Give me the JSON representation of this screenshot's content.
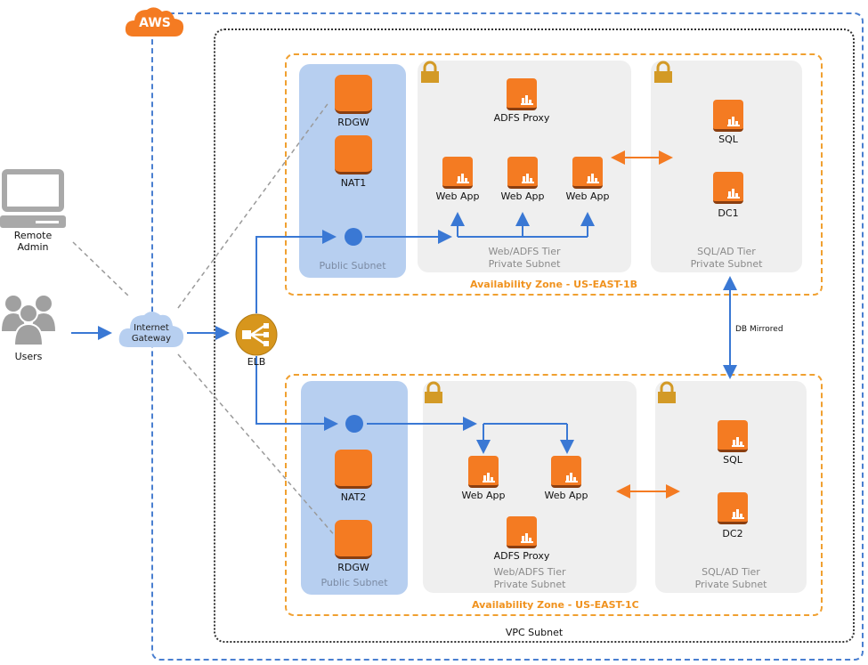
{
  "aws": {
    "label": "AWS"
  },
  "vpc": {
    "label": "VPC Subnet"
  },
  "external": {
    "remote_admin": "Remote\nAdmin",
    "remote_admin_line1": "Remote",
    "remote_admin_line2": "Admin",
    "users": "Users",
    "internet_gateway_line1": "Internet",
    "internet_gateway_line2": "Gateway",
    "elb": "ELB"
  },
  "zone_b": {
    "label": "Availability Zone - US-EAST-1B",
    "public_subnet": {
      "label": "Public Subnet",
      "instances": [
        "RDGW",
        "NAT1"
      ]
    },
    "web_tier": {
      "label_line1": "Web/ADFS Tier",
      "label_line2": "Private Subnet",
      "instances": [
        "ADFS Proxy",
        "Web App",
        "Web App",
        "Web App"
      ]
    },
    "sql_tier": {
      "label_line1": "SQL/AD Tier",
      "label_line2": "Private Subnet",
      "instances": [
        "SQL",
        "DC1"
      ]
    }
  },
  "zone_c": {
    "label": "Availability Zone - US-EAST-1C",
    "public_subnet": {
      "label": "Public Subnet",
      "instances": [
        "NAT2",
        "RDGW"
      ]
    },
    "web_tier": {
      "label_line1": "Web/ADFS Tier",
      "label_line2": "Private Subnet",
      "instances": [
        "Web App",
        "Web App",
        "ADFS Proxy"
      ]
    },
    "sql_tier": {
      "label_line1": "SQL/AD Tier",
      "label_line2": "Private Subnet",
      "instances": [
        "SQL",
        "DC2"
      ]
    }
  },
  "db_mirror": {
    "label": "DB Mirrored"
  },
  "colors": {
    "aws_orange": "#f47b22",
    "flow_blue": "#3a78d4",
    "az_orange": "#f0a030",
    "public_subnet": "#b7cff0",
    "private_subnet": "#efefef",
    "elb_gold": "#d7961d"
  }
}
